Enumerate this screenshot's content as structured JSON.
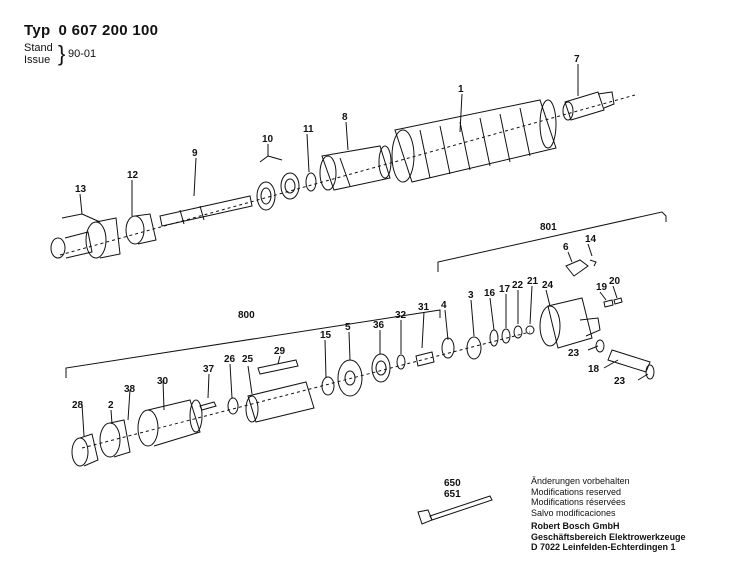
{
  "header": {
    "typ_label": "Typ",
    "type_number": "0 607 200 100",
    "stand_label": "Stand",
    "issue_label": "Issue",
    "issue_value": "90-01"
  },
  "part_numbers": {
    "p1": "1",
    "p2": "2",
    "p3": "3",
    "p4": "4",
    "p5": "5",
    "p6": "6",
    "p7": "7",
    "p8": "8",
    "p9": "9",
    "p10": "10",
    "p11": "11",
    "p12": "12",
    "p13": "13",
    "p14": "14",
    "p15": "15",
    "p16": "16",
    "p17": "17",
    "p18": "18",
    "p19": "19",
    "p20": "20",
    "p21": "21",
    "p22": "22",
    "p23a": "23",
    "p23b": "23",
    "p24": "24",
    "p25": "25",
    "p26": "26",
    "p28": "28",
    "p29": "29",
    "p30": "30",
    "p31": "31",
    "p32": "32",
    "p36": "36",
    "p37": "37",
    "p38": "38"
  },
  "groups": {
    "g800": "800",
    "g801": "801"
  },
  "tools": {
    "t650": "650",
    "t651": "651"
  },
  "notes": [
    "Änderungen vorbehalten",
    "Modifications reserved",
    "Modifications réservées",
    "Salvo modificaciones"
  ],
  "company": [
    "Robert Bosch GmbH",
    "Geschäftsbereich Elektrowerkzeuge",
    "D 7022 Leinfelden-Echterdingen 1"
  ]
}
